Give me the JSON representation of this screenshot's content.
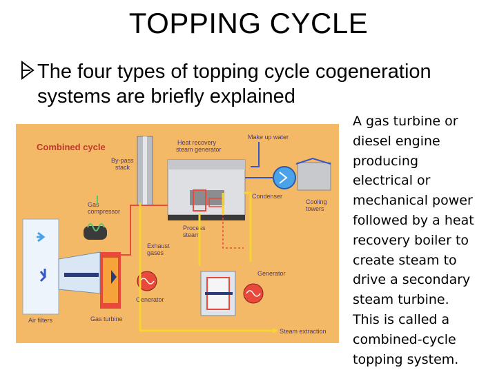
{
  "slide": {
    "title": "TOPPING CYCLE",
    "bullet_text": "The four types of topping cycle cogeneration systems are briefly explained",
    "side_text": "A gas turbine or\ndiesel engine\nproducing\nelectrical or\nmechanical power\nfollowed by a heat\nrecovery boiler to\ncreate steam to\ndrive a secondary\nsteam turbine.\nThis is called a\ncombined-cycle\ntopping system."
  },
  "diagram": {
    "title": "Combined cycle",
    "labels": {
      "bypass": [
        "By-pass",
        "stack"
      ],
      "hrsg": [
        "Heat recovery",
        "steam generator"
      ],
      "makeup": "Make up water",
      "condenser": "Condenser",
      "cooling": [
        "Cooling",
        "towers"
      ],
      "gas_comp": [
        "Gas",
        "compressor"
      ],
      "process": [
        "Process",
        "steam"
      ],
      "exhaust": [
        "Exhaust",
        "gases"
      ],
      "generator_top": "Generator",
      "generator_bottom": "Generator",
      "air_filters": "Air filters",
      "gas_turbine": "Gas turbine",
      "steam_extraction": "Steam extraction"
    },
    "colors": {
      "background": "#f3b967",
      "steam_line": "#f5d532",
      "exhaust_line": "#e8493a",
      "water_line": "#3456c7",
      "gas_line": "#5ec46a",
      "title_color": "#c0392b"
    }
  }
}
